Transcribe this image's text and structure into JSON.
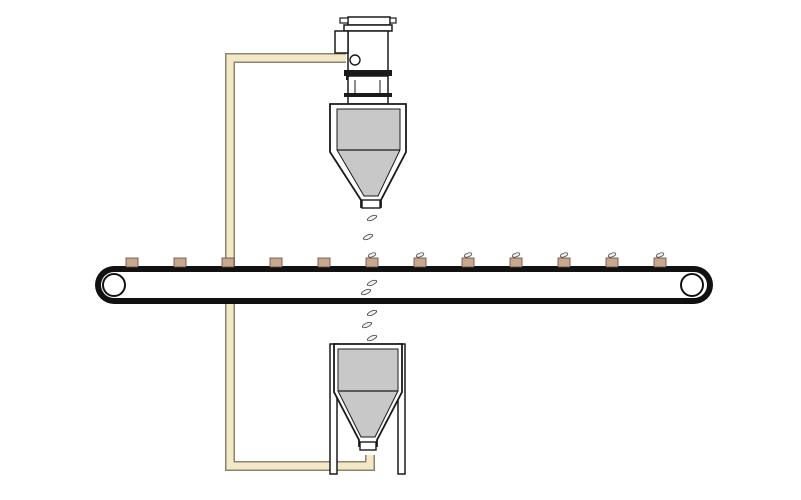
{
  "diagram": {
    "kind": "pneumatic-conveying-loop",
    "colors": {
      "background": "#ffffff",
      "outline": "#1a1a1a",
      "pipe_fill": "#f3e9c6",
      "pipe_stroke": "#8c8470",
      "hopper_fill": "#c8c8c8",
      "hopper_inner": "#ffffff",
      "belt": "#111111",
      "box_fill": "#c9a88e",
      "box_stroke": "#5a4a40",
      "particle_fill": "#f2f2f2"
    },
    "components": [
      {
        "name": "vacuum-receiver-unit"
      },
      {
        "name": "upper-hopper"
      },
      {
        "name": "conveyor-belt"
      },
      {
        "name": "lower-feed-hopper"
      },
      {
        "name": "transfer-pipe"
      }
    ],
    "conveyor": {
      "product_count": 12,
      "filled_count": 7
    },
    "falling_particles": {
      "upper_stream": 2,
      "lower_stream": 5
    }
  }
}
